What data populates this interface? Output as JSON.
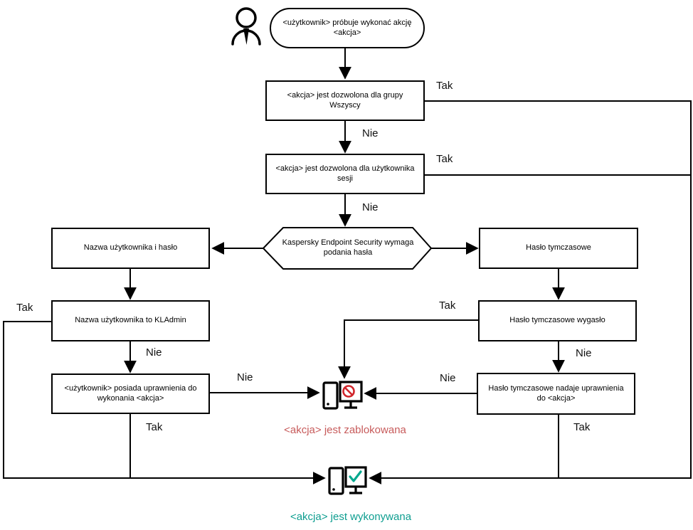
{
  "diagram": {
    "start": {
      "text": "<użytkownik> próbuje wykonać akcję <akcja>"
    },
    "nodes": {
      "allowed_all": "<akcja> jest dozwolona dla grupy Wszyscy",
      "allowed_session": "<akcja> jest dozwolona dla użytkownika sesji",
      "kes_password": "Kaspersky Endpoint Security wymaga podania hasła",
      "username_password": "Nazwa użytkownika i hasło",
      "username_kladmin": "Nazwa użytkownika to KLAdmin",
      "user_has_rights": "<użytkownik> posiada uprawnienia do wykonania <akcja>",
      "temp_password": "Hasło tymczasowe",
      "temp_expired": "Hasło tymczasowe wygasło",
      "temp_grants": "Hasło tymczasowe nadaje uprawnienia do <akcja>"
    },
    "labels": {
      "yes": "Tak",
      "no": "Nie"
    },
    "outcomes": {
      "blocked": "<akcja> jest zablokowana",
      "executed": "<akcja> jest wykonywana"
    },
    "colors": {
      "line": "#000000",
      "blocked_text": "#c75b5b",
      "executed_text": "#0e9e90",
      "prohibition_icon": "#d0252b",
      "check_icon": "#00a88e"
    }
  }
}
